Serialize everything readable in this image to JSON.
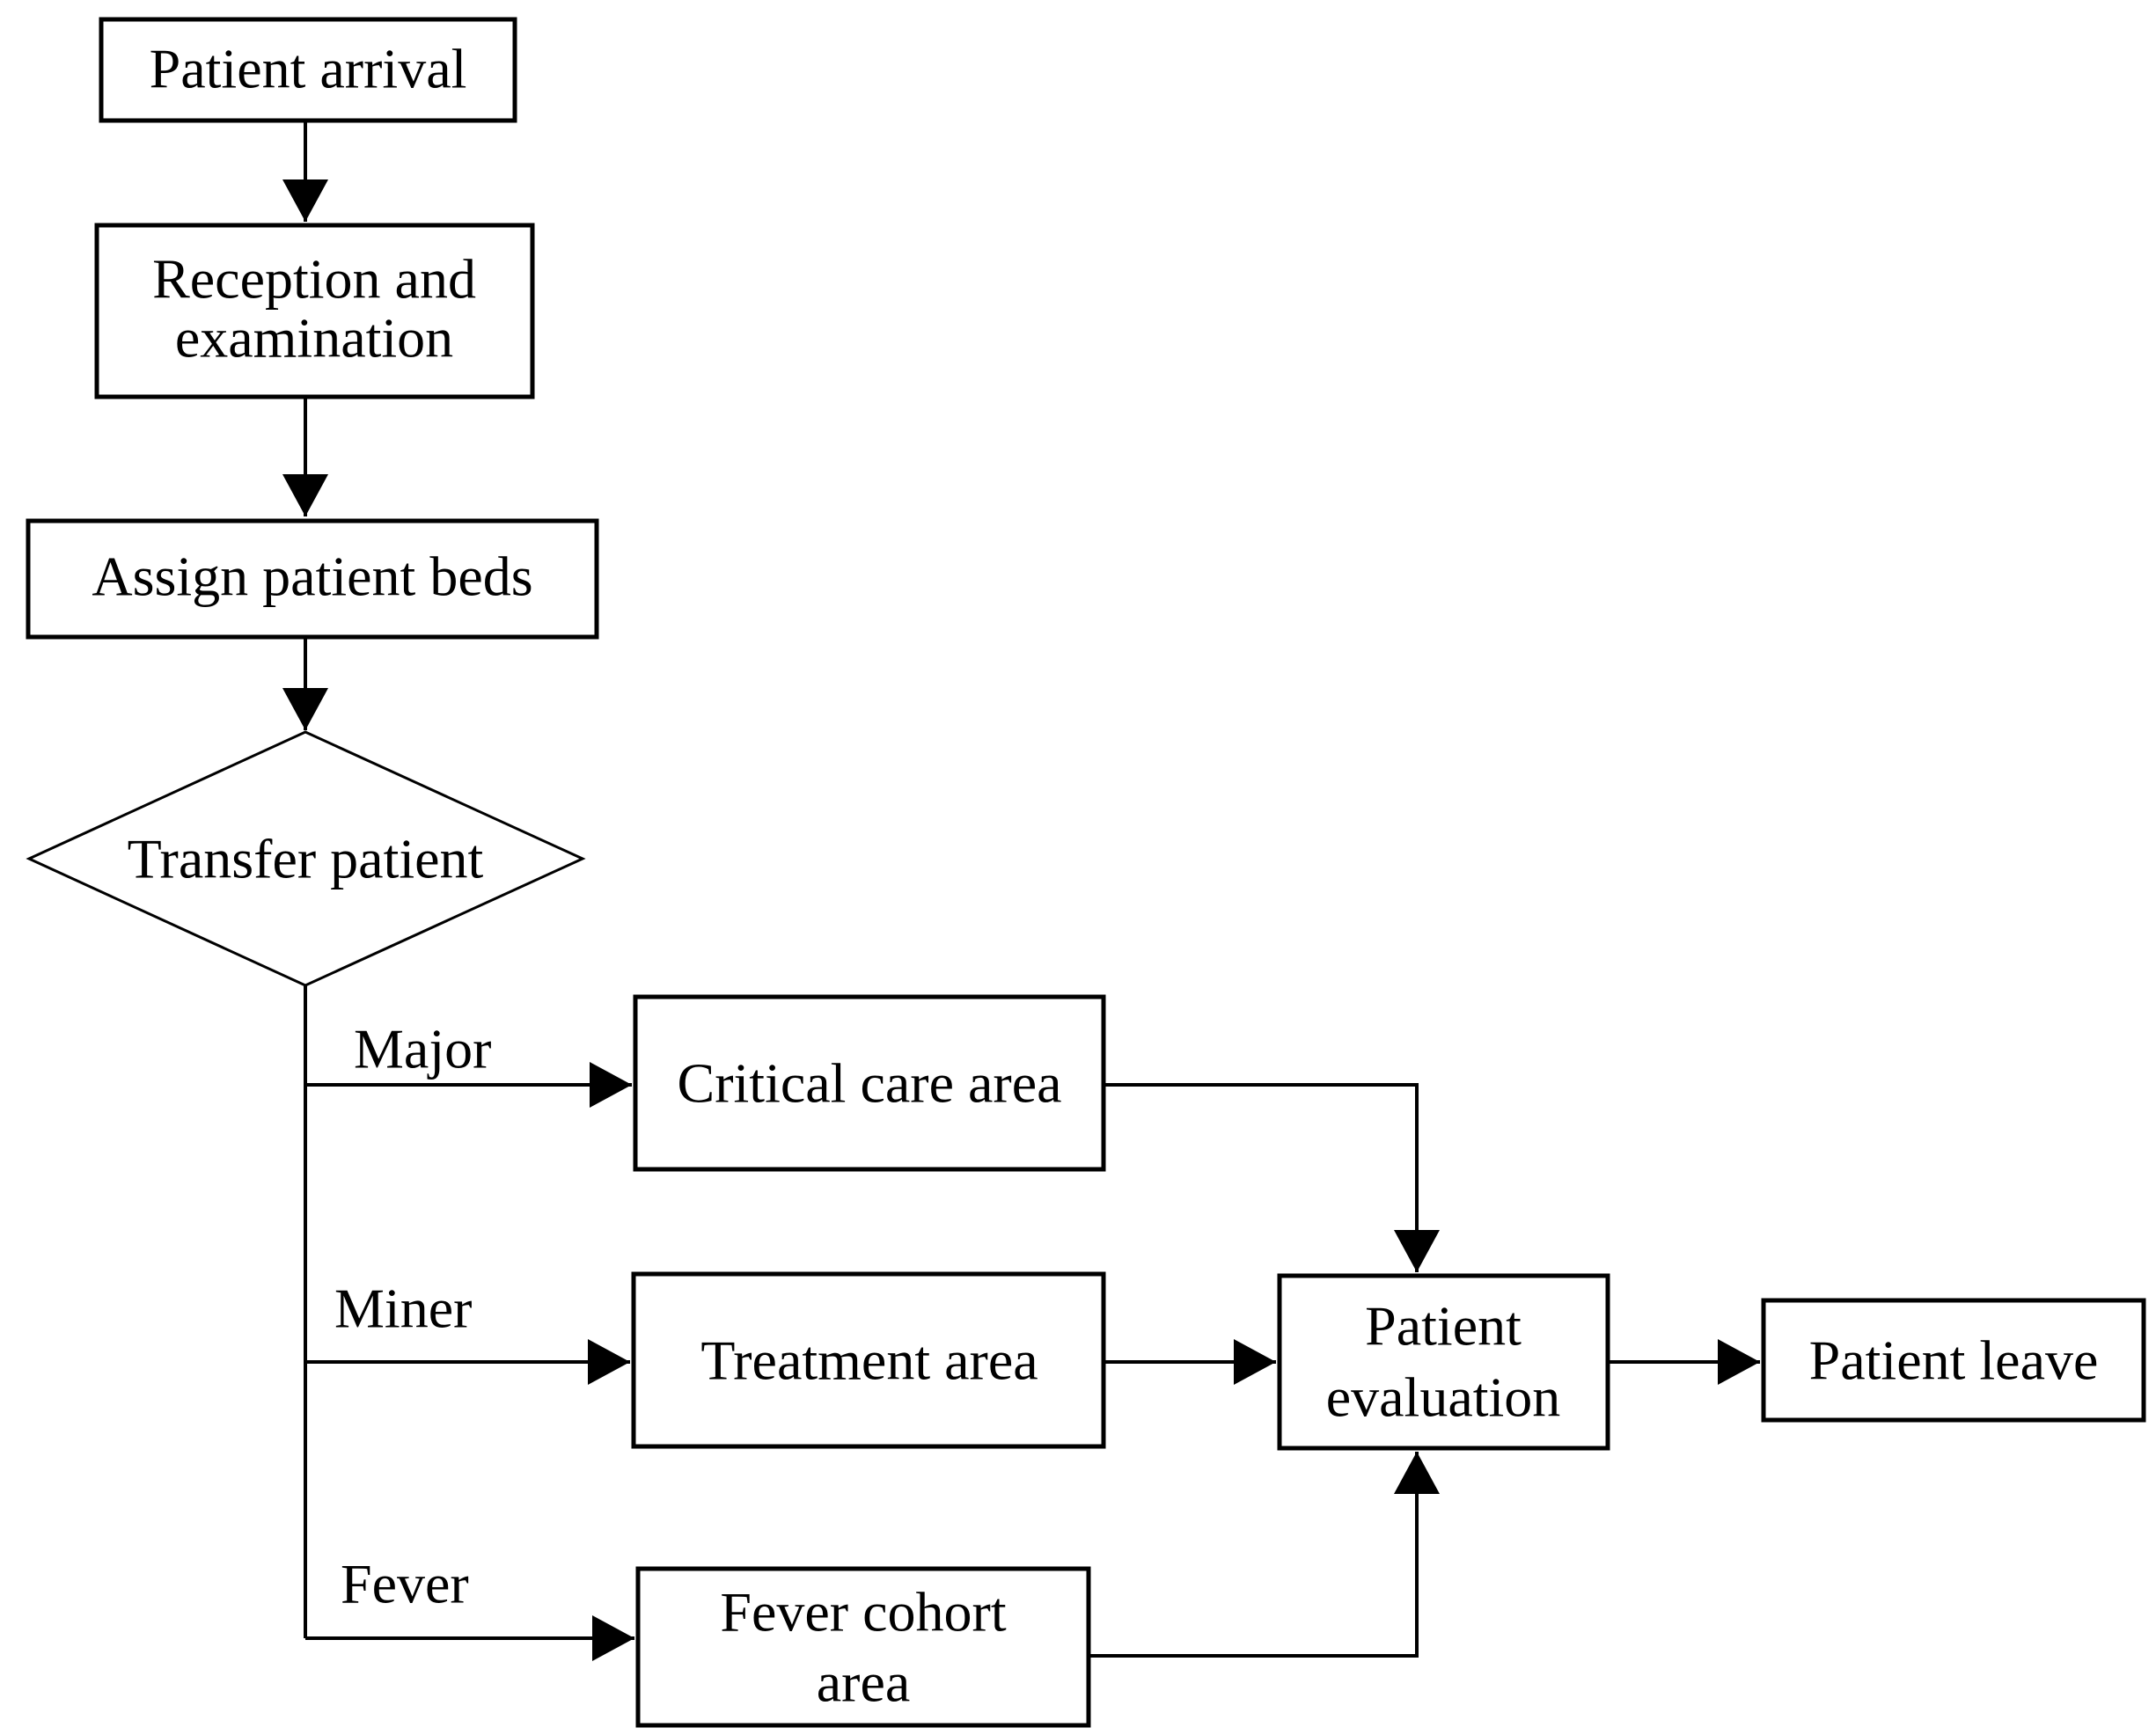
{
  "nodes": {
    "patient_arrival": {
      "label": [
        "Patient arrival"
      ]
    },
    "reception": {
      "label": [
        "Reception and",
        "examination"
      ]
    },
    "assign_beds": {
      "label": [
        "Assign patient beds"
      ]
    },
    "transfer": {
      "label": [
        "Transfer patient"
      ]
    },
    "critical_care": {
      "label": [
        "Critical care area"
      ]
    },
    "treatment": {
      "label": [
        "Treatment area"
      ]
    },
    "fever_cohort": {
      "label": [
        "Fever cohort",
        "area"
      ]
    },
    "evaluation": {
      "label": [
        "Patient",
        "evaluation"
      ]
    },
    "patient_leave": {
      "label": [
        "Patient leave"
      ]
    }
  },
  "edges": {
    "major": "Major",
    "minor": "Miner",
    "fever": "Fever"
  },
  "colors": {
    "stroke": "#000000",
    "fill": "#ffffff"
  }
}
